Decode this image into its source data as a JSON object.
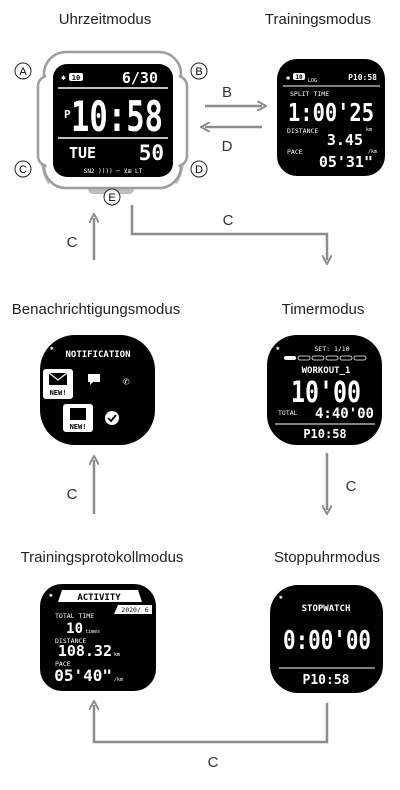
{
  "modes": {
    "timekeeping": "Uhrzeitmodus",
    "training": "Trainingsmodus",
    "notification": "Benachrichtigungsmodus",
    "timer": "Timermodus",
    "training_log": "Trainingsprotokollmodus",
    "stopwatch": "Stoppuhrmodus"
  },
  "buttons": {
    "a": "A",
    "b": "B",
    "c": "C",
    "d": "D",
    "e": "E"
  },
  "arrows": {
    "b": "B",
    "d": "D",
    "c1": "C",
    "c2": "C",
    "c3": "C",
    "c4": "C",
    "c5": "C"
  },
  "timekeeping_screen": {
    "battery": "10",
    "date": "6/30",
    "pm": "P",
    "time": "10:58",
    "day": "TUE",
    "seconds": "50",
    "status": "SN2  ))))  ⌐  ⊻⊞  LT"
  },
  "training_screen": {
    "battery": "10",
    "log": "LOG",
    "clock": "P10:58",
    "split_label": "SPLIT TIME",
    "split": "1:00'25",
    "distance_label": "DISTANCE",
    "distance": "3.45",
    "distance_unit": "km",
    "pace_label": "PACE",
    "pace": "05'31\"",
    "pace_unit": "/km"
  },
  "notification_screen": {
    "title": "NOTIFICATION",
    "new1": "NEW!",
    "new2": "NEW!"
  },
  "timer_screen": {
    "set": "SET: 1/10",
    "workout": "WORKOUT_1",
    "time": "10'00",
    "total_label": "TOTAL",
    "total": "4:40'00",
    "clock": "P10:58"
  },
  "log_screen": {
    "title": "ACTIVITY",
    "date": "2020/ 6",
    "total_time_label": "TOTAL TIME",
    "total_time": "10",
    "times": "times",
    "distance_label": "DISTANCE",
    "distance": "108.32",
    "distance_unit": "km",
    "pace_label": "PACE",
    "pace": "05'40\"",
    "pace_unit": "/km"
  },
  "stopwatch_screen": {
    "title": "STOPWATCH",
    "time": "0:00'00",
    "clock": "P10:58"
  }
}
